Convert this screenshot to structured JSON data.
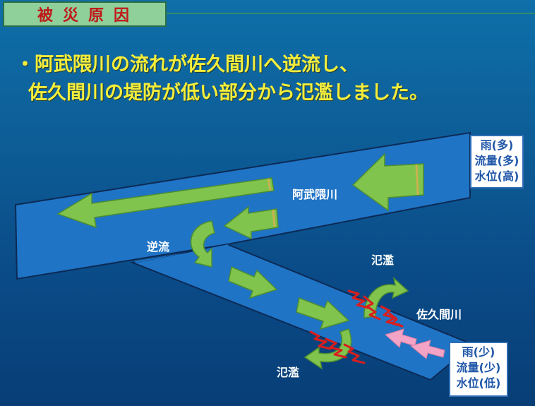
{
  "header": {
    "title": "被災原因"
  },
  "lead": {
    "line1": "・阿武隈川の流れが佐久間川へ逆流し、",
    "line2": "佐久間川の堤防が低い部分から氾濫しました。"
  },
  "rivers": {
    "abukuma": "阿武隈川",
    "sakuma": "佐久間川"
  },
  "labels": {
    "backflow": "逆流",
    "flood_upper": "氾濫",
    "flood_lower": "氾濫"
  },
  "info_abukuma": {
    "rain": "雨(多)",
    "flow": "流量(多)",
    "level": "水位(高)"
  },
  "info_sakuma": {
    "rain": "雨(少)",
    "flow": "流量(少)",
    "level": "水位(低)"
  },
  "colors": {
    "river": "#2077c9",
    "arrow": "#7ec84f",
    "pink_arrow": "#f3a4c6",
    "title_text": "#f3ee3c"
  }
}
